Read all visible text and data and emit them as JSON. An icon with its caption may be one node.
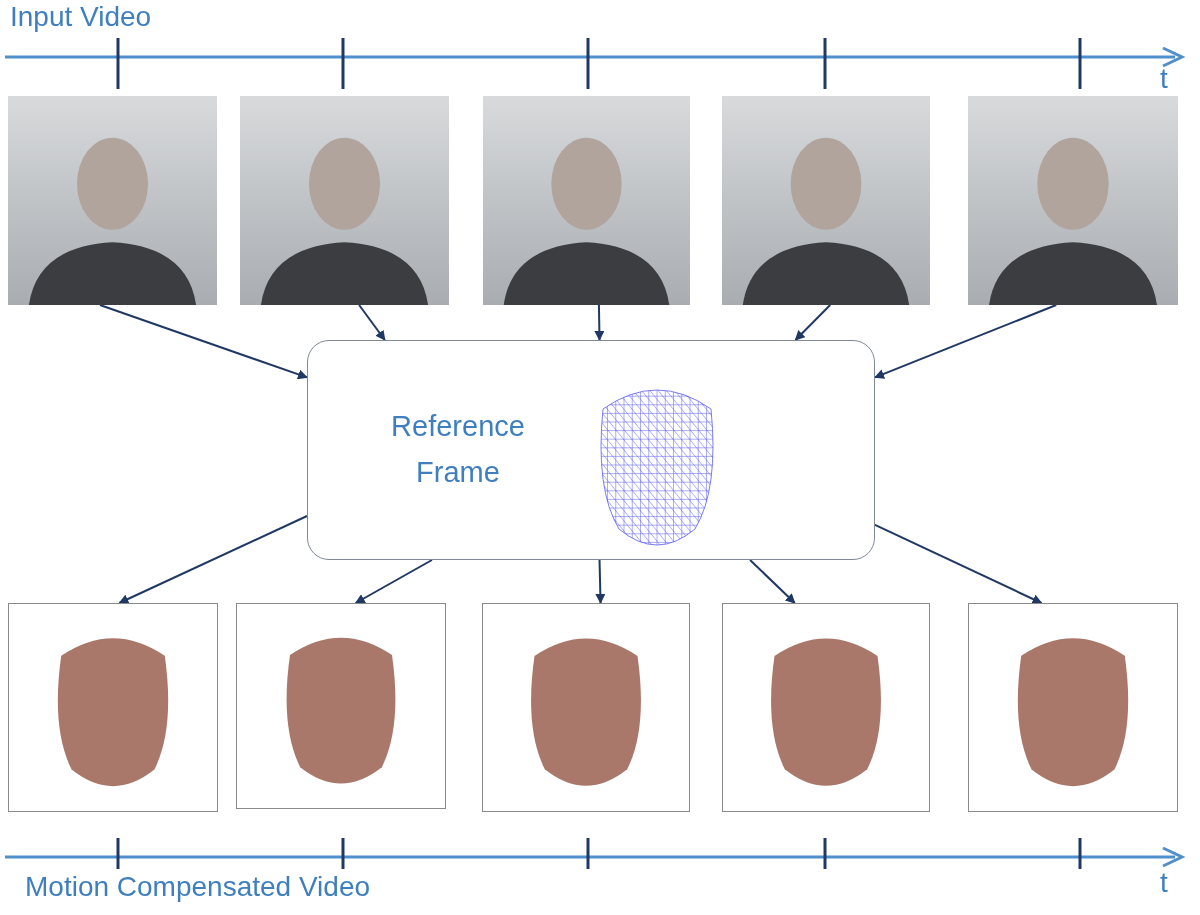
{
  "diagram": {
    "nodes": [
      {
        "text": [],
        "shape": "picture"
      },
      {
        "text": [],
        "shape": "picture"
      },
      {
        "text": [],
        "shape": "picture"
      },
      {
        "text": [],
        "shape": "picture"
      },
      {
        "text": [],
        "shape": "picture"
      },
      {
        "text": [
          "Reference Frame"
        ]
      },
      {
        "text": [],
        "shape": "picture",
        "in": 5
      },
      {
        "text": [],
        "shape": "picture"
      },
      {
        "text": [],
        "shape": "picture"
      },
      {
        "text": [],
        "shape": "picture"
      },
      {
        "text": [],
        "shape": "picture"
      },
      {
        "text": [],
        "shape": "picture"
      }
    ],
    "edges": [
      {
        "from": 0,
        "to": 5,
        "arrow": "to"
      },
      {
        "from": 1,
        "to": 5,
        "arrow": "to"
      },
      {
        "from": 2,
        "to": 5,
        "arrow": "to"
      },
      {
        "from": 3,
        "to": 5,
        "arrow": "to"
      },
      {
        "from": 4,
        "to": 5,
        "arrow": "to"
      },
      {
        "from": 5,
        "to": 7,
        "arrow": "to"
      },
      {
        "from": 5,
        "to": 8,
        "arrow": "to"
      },
      {
        "from": 5,
        "to": 9,
        "arrow": "to"
      },
      {
        "from": 5,
        "to": 10,
        "arrow": "to"
      },
      {
        "from": 5,
        "to": 11,
        "arrow": "to"
      }
    ],
    "labels": [
      "Input Video",
      "t",
      "Motion Compensated Video",
      "t"
    ]
  }
}
